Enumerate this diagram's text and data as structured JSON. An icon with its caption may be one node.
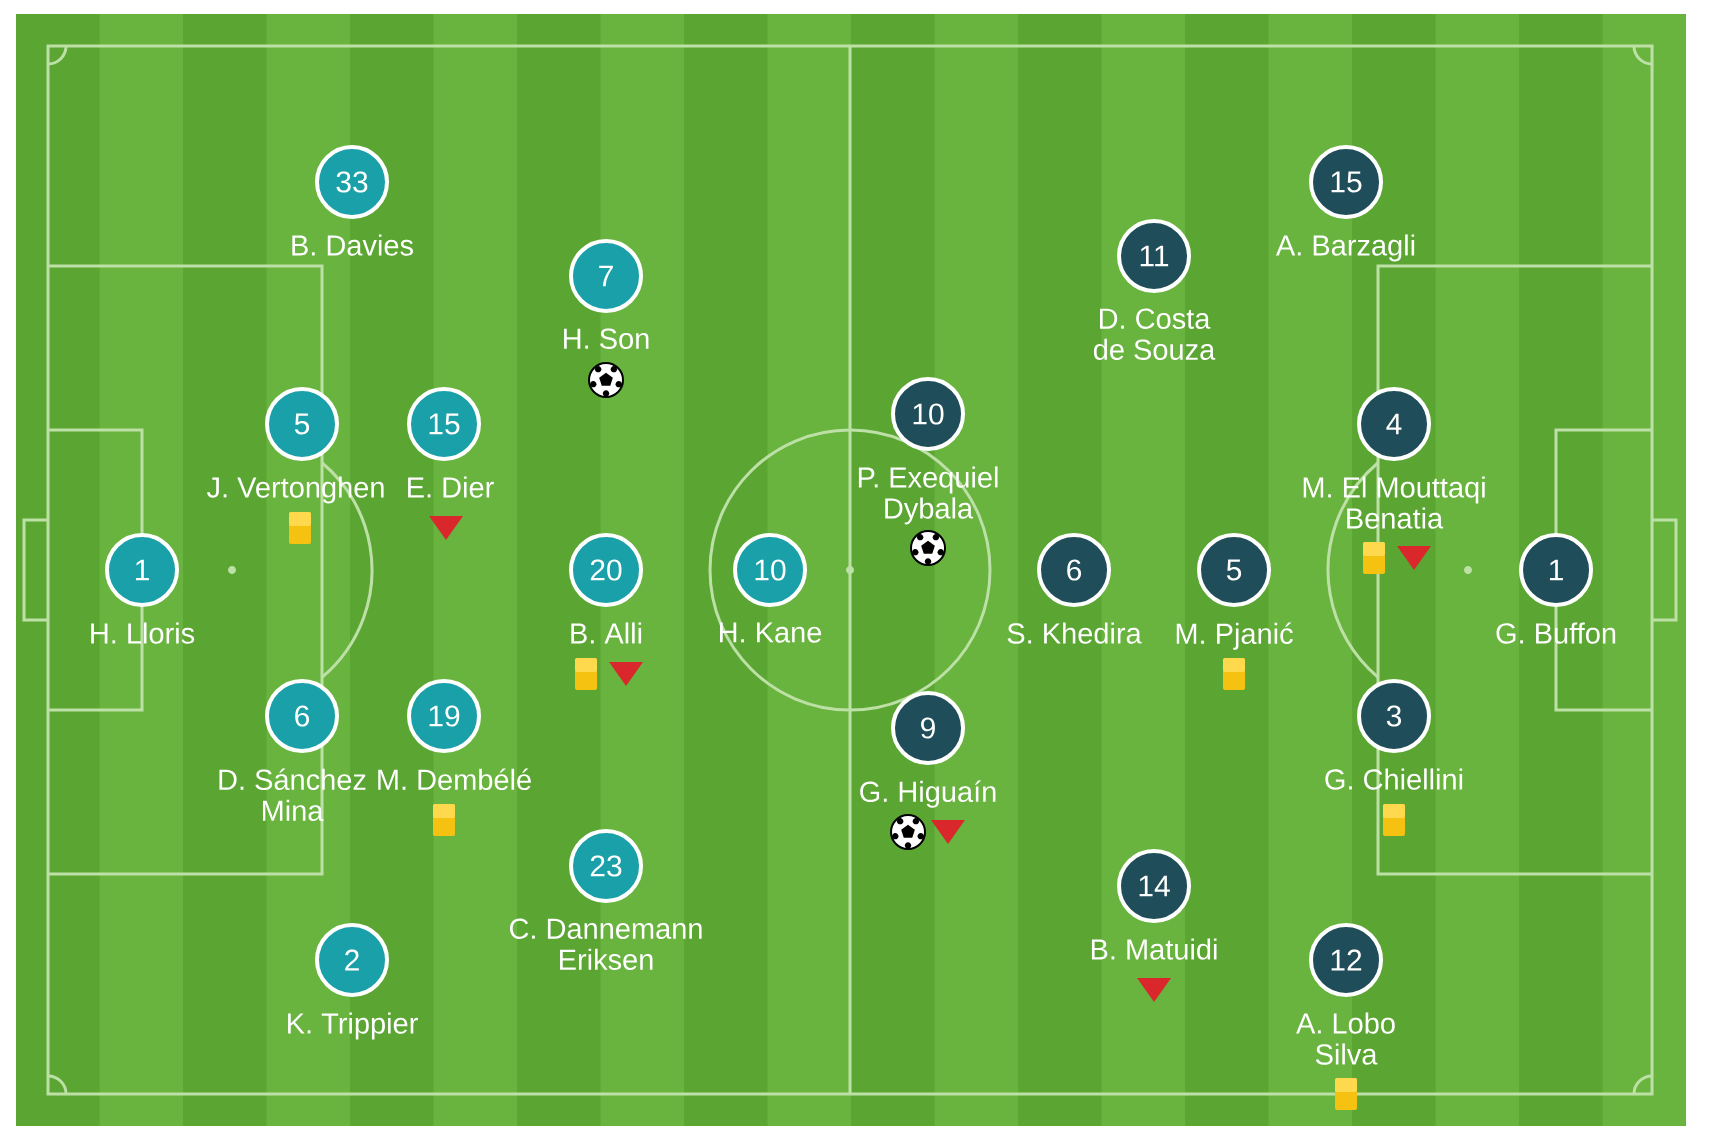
{
  "diagram": {
    "nodes": [
      {
        "text": [
          "33"
        ],
        "beside": [
          "B. Davies"
        ]
      },
      {
        "text": [
          "7"
        ],
        "beside": [
          "H. Son"
        ]
      },
      {
        "text": [
          "5"
        ],
        "beside": [
          "J. Vertonghen"
        ]
      },
      {
        "text": [
          "15"
        ],
        "beside": [
          "E. Dier"
        ]
      },
      {
        "text": [
          "1"
        ],
        "beside": [
          "H. Lloris"
        ]
      },
      {
        "text": [
          "20"
        ],
        "beside": [
          "B. Alli"
        ]
      },
      {
        "text": [
          "10"
        ],
        "beside": [
          "H. Kane"
        ]
      },
      {
        "text": [
          "6"
        ],
        "beside": [
          "D. Sánchez Mina"
        ]
      },
      {
        "text": [
          "19"
        ],
        "beside": [
          "M. Dembélé"
        ]
      },
      {
        "text": [
          "23"
        ],
        "beside": [
          "C. Dannemann Eriksen"
        ]
      },
      {
        "text": [
          "2"
        ],
        "beside": [
          "K. Trippier"
        ]
      },
      {
        "text": [
          "15"
        ],
        "beside": [
          "A. Barzagli"
        ]
      },
      {
        "text": [
          "11"
        ],
        "beside": [
          "D. Costa de Souza"
        ]
      },
      {
        "text": [
          "10"
        ],
        "beside": [
          "P. Exequiel Dybala"
        ]
      },
      {
        "text": [
          "4"
        ],
        "beside": [
          "M. El Mouttaqi Benatia"
        ]
      },
      {
        "text": [
          "6"
        ],
        "beside": [
          "S. Khedira"
        ]
      },
      {
        "text": [
          "5"
        ],
        "beside": [
          "M. Pjanić"
        ]
      },
      {
        "text": [
          "1"
        ],
        "beside": [
          "G. Buffon"
        ]
      },
      {
        "text": [
          "9"
        ],
        "beside": [
          "G. Higuaín"
        ]
      },
      {
        "text": [
          "3"
        ],
        "beside": [
          "G. Chiellini"
        ]
      },
      {
        "text": [
          "14"
        ],
        "beside": [
          "B. Matuidi"
        ]
      },
      {
        "text": [
          "12"
        ],
        "beside": [
          "A. Lobo Silva"
        ]
      }
    ]
  }
}
